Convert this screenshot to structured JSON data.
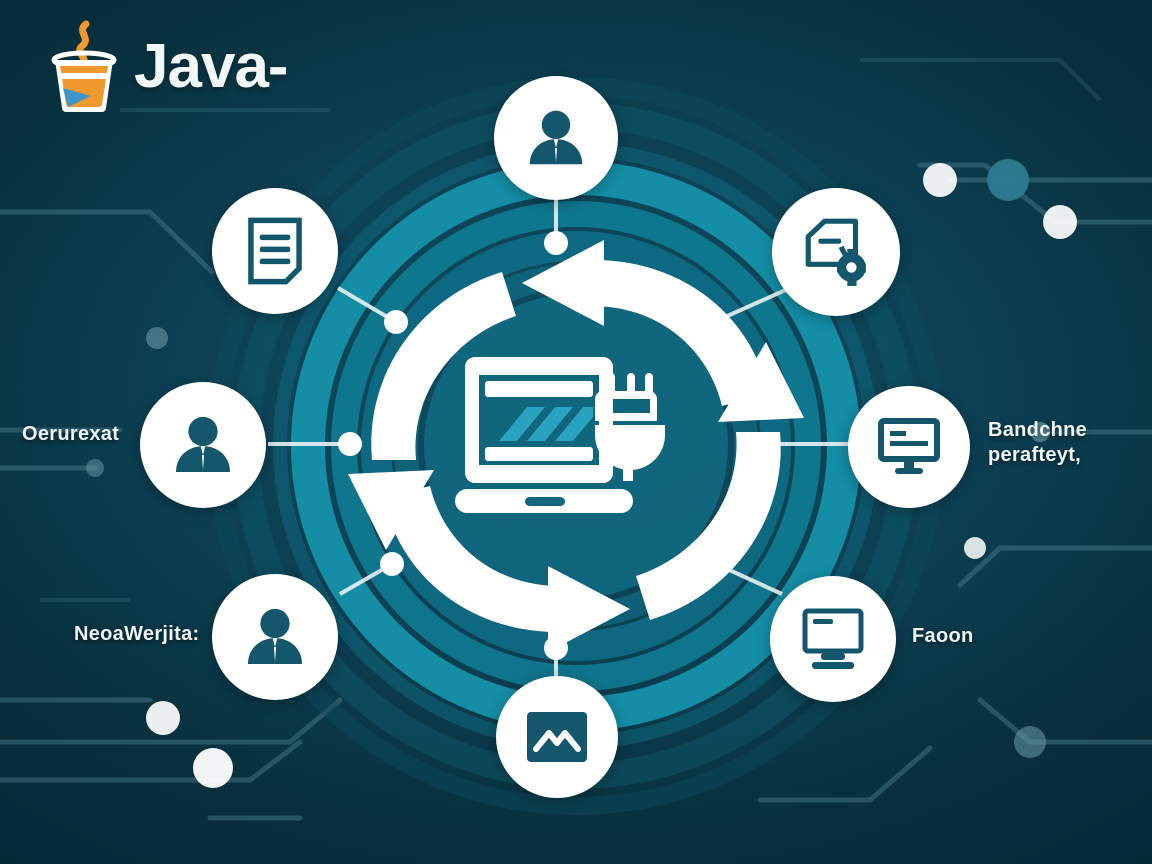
{
  "brand": {
    "logo_icon": "java-coffee-cup-icon",
    "title": "Java-",
    "cup_color": "#f0992e",
    "accent_blue": "#3e95c8",
    "text_color": "#f2f7f8"
  },
  "theme": {
    "background_dark": "#0c3f52",
    "background_edge": "#062936",
    "ring_outer": "#0f5a6e",
    "ring_mid": "#12869e",
    "ring_inner": "#0f6c82",
    "node_fill": "#ffffff",
    "icon_color": "#14566b",
    "trace_color": "#5d8f9e",
    "arrow_color": "#ffffff"
  },
  "center": {
    "icon": "laptop-with-plug-icon",
    "screen_stripe_color": "#2aa3c0",
    "cycle_icon": "circular-arrows-cycle-icon",
    "arrow_count": 4
  },
  "nodes": [
    {
      "id": "top-center",
      "icon": "user-person-icon",
      "label": ""
    },
    {
      "id": "top-left",
      "icon": "document-lines-icon",
      "label": ""
    },
    {
      "id": "top-right",
      "icon": "document-gear-icon",
      "label": ""
    },
    {
      "id": "mid-left",
      "icon": "user-person-icon",
      "label": "Oerurexat"
    },
    {
      "id": "mid-right",
      "icon": "monitor-screen-icon",
      "label": "Bandchne\nperafteyt,"
    },
    {
      "id": "bottom-left",
      "icon": "user-person-icon",
      "label": "NeoaWerjita:"
    },
    {
      "id": "bottom-right",
      "icon": "monitor-outline-icon",
      "label": "Faoon"
    },
    {
      "id": "bottom-center",
      "icon": "image-chart-icon",
      "label": ""
    }
  ],
  "labels": {
    "mid_left": "Oerurexat",
    "bottom_left": "NeoaWerjita:",
    "mid_right_line1": "Bandchne",
    "mid_right_line2": "perafteyt,",
    "bottom_right": "Faoon"
  }
}
